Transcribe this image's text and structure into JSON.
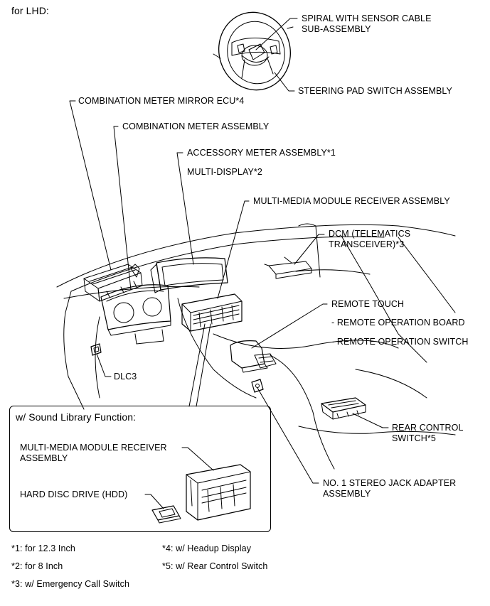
{
  "page": {
    "heading": "for LHD:",
    "colors": {
      "ink": "#000000",
      "background": "#ffffff",
      "line": "#000000"
    }
  },
  "labels": {
    "spiral": "SPIRAL WITH SENSOR CABLE\nSUB-ASSEMBLY",
    "steering_pad": "STEERING PAD SWITCH ASSEMBLY",
    "mirror_ecu": "COMBINATION METER MIRROR ECU*4",
    "combination_meter": "COMBINATION METER ASSEMBLY",
    "accessory_meter": "ACCESSORY METER ASSEMBLY*1",
    "multi_display": "MULTI-DISPLAY*2",
    "mm_receiver": "MULTI-MEDIA MODULE RECEIVER ASSEMBLY",
    "dcm": "DCM (TELEMATICS\nTRANSCEIVER)*3",
    "remote_touch": "REMOTE TOUCH",
    "remote_board": "- REMOTE OPERATION BOARD",
    "remote_switch": "- REMOTE OPERATION SWITCH",
    "dlc3": "DLC3",
    "rear_control": "REAR CONTROL\nSWITCH*5",
    "stereo_jack": "NO. 1 STEREO JACK ADAPTER\nASSEMBLY"
  },
  "inset": {
    "title": "w/ Sound Library Function:",
    "mm_receiver": "MULTI-MEDIA MODULE RECEIVER\nASSEMBLY",
    "hdd": "HARD DISC DRIVE (HDD)"
  },
  "footnotes": {
    "n1": "*1: for 12.3 Inch",
    "n2": "*2: for 8 Inch",
    "n3": "*3: w/ Emergency Call Switch",
    "n4": "*4: w/ Headup Display",
    "n5": "*5: w/ Rear Control Switch"
  }
}
